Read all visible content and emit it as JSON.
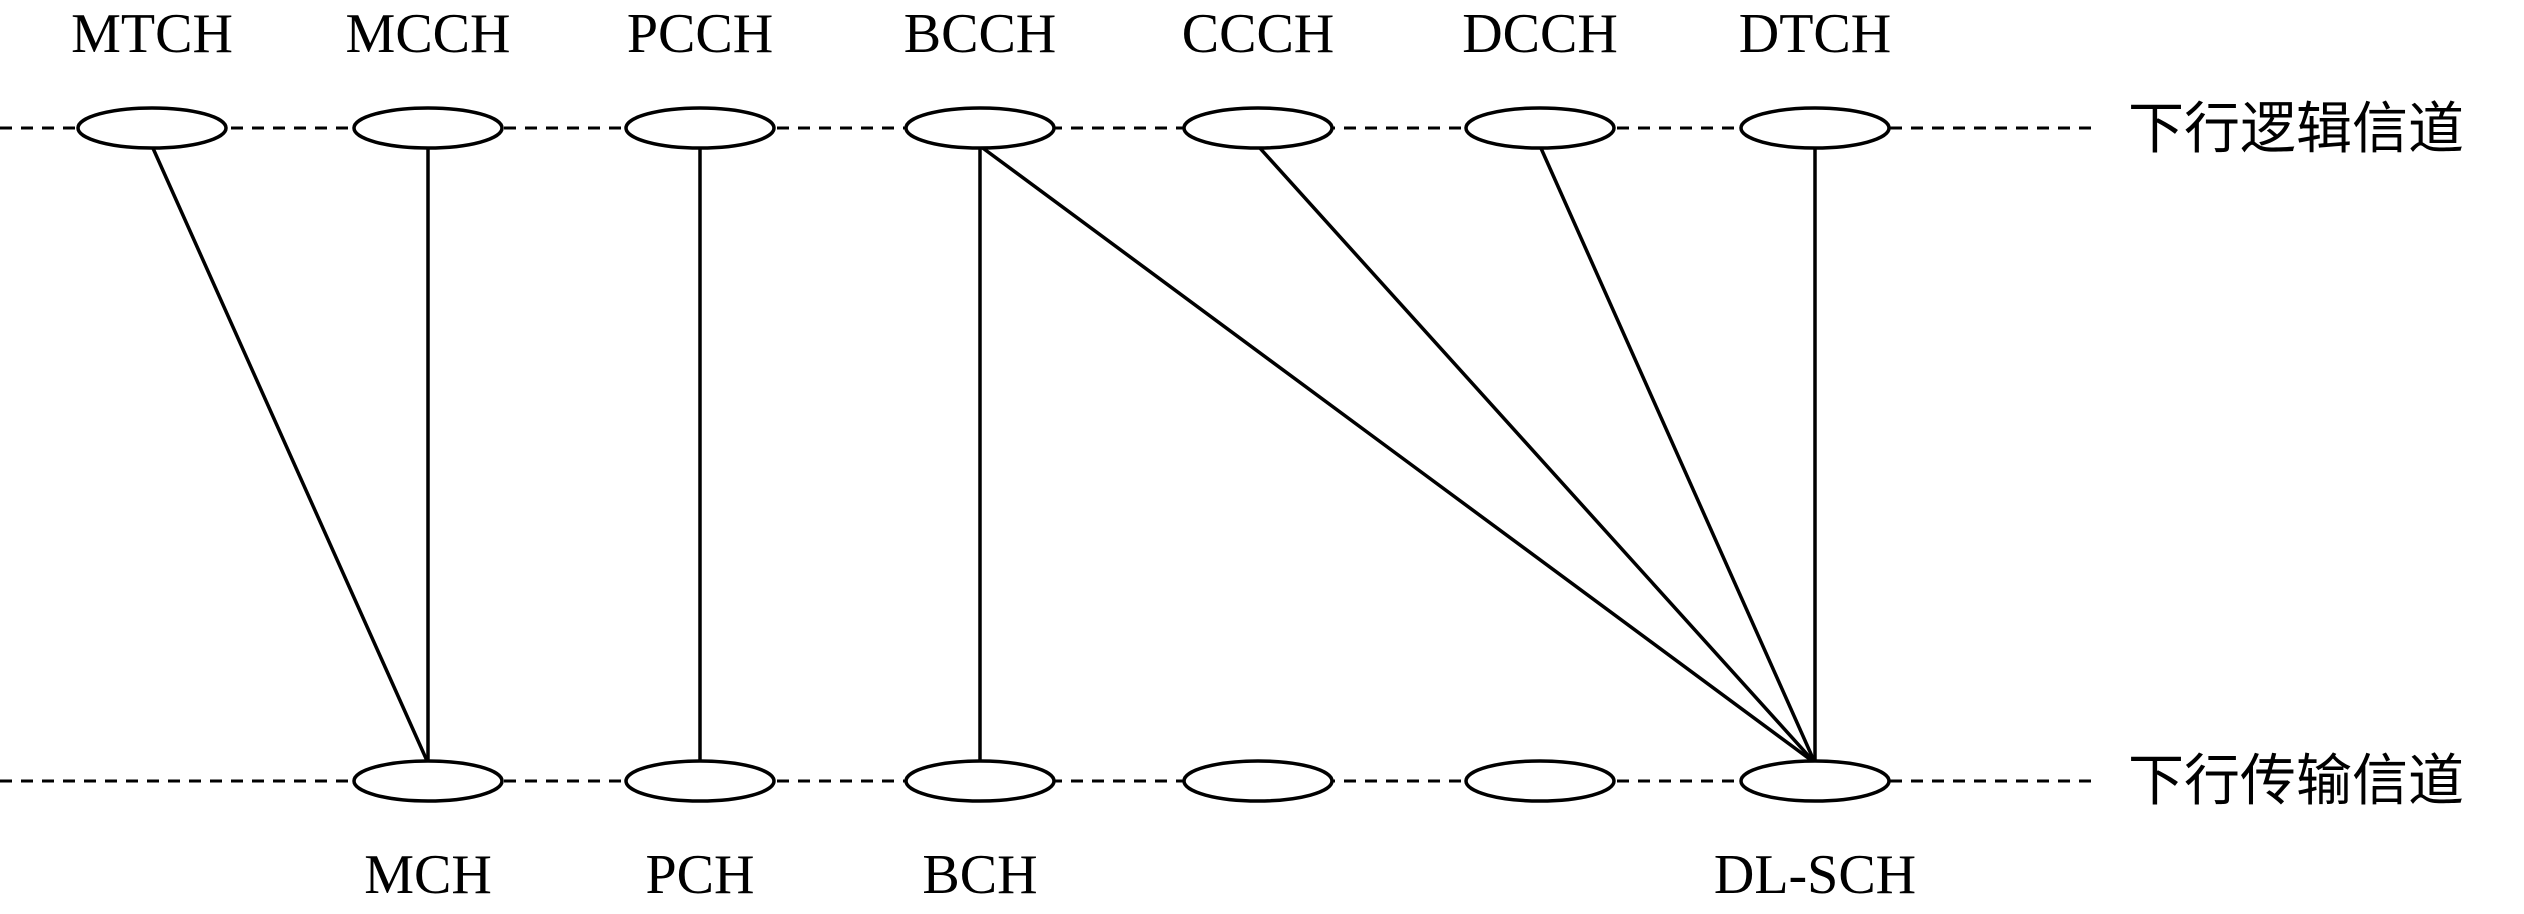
{
  "rows": {
    "logical": {
      "label": "下行逻辑信道"
    },
    "transport": {
      "label": "下行传输信道"
    }
  },
  "logical_channels": [
    "MTCH",
    "MCCH",
    "PCCH",
    "BCCH",
    "CCCH",
    "DCCH",
    "DTCH"
  ],
  "transport_channels": [
    "",
    "MCH",
    "PCH",
    "BCH",
    "",
    "",
    "DL-SCH"
  ],
  "mappings": [
    {
      "from": "MTCH",
      "to": "MCH"
    },
    {
      "from": "MCCH",
      "to": "MCH"
    },
    {
      "from": "PCCH",
      "to": "PCH"
    },
    {
      "from": "BCCH",
      "to": "BCH"
    },
    {
      "from": "BCCH",
      "to": "DL-SCH"
    },
    {
      "from": "CCCH",
      "to": "DL-SCH"
    },
    {
      "from": "DCCH",
      "to": "DL-SCH"
    },
    {
      "from": "DTCH",
      "to": "DL-SCH"
    }
  ],
  "colors": {
    "line": "#000000",
    "background": "#ffffff"
  }
}
